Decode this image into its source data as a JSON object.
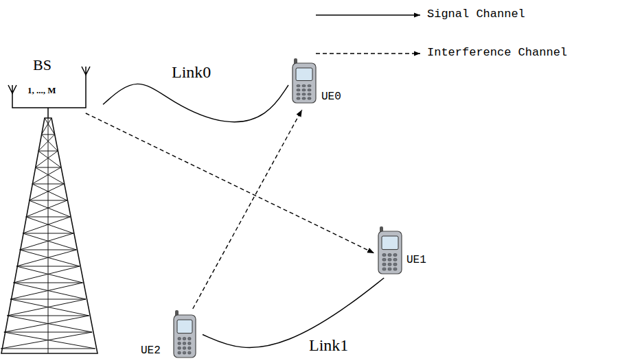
{
  "diagram": {
    "nodes": [
      {
        "text": [
          "BS",
          "1, ..., M"
        ]
      },
      {
        "text": [
          "UE0"
        ]
      },
      {
        "text": [
          "UE1"
        ]
      },
      {
        "text": [
          "UE2"
        ]
      }
    ],
    "edges": [
      {
        "from": 0,
        "to": 1,
        "arrow": "none",
        "label": "Link0"
      },
      {
        "from": 0,
        "to": 2,
        "arrow": "to"
      },
      {
        "from": 3,
        "to": 1,
        "arrow": "to"
      },
      {
        "from": 3,
        "to": 2,
        "arrow": "none",
        "label": "Link1"
      }
    ],
    "legend": [
      {
        "text": "Signal Channel"
      },
      {
        "text": "Interference Channel"
      }
    ]
  }
}
